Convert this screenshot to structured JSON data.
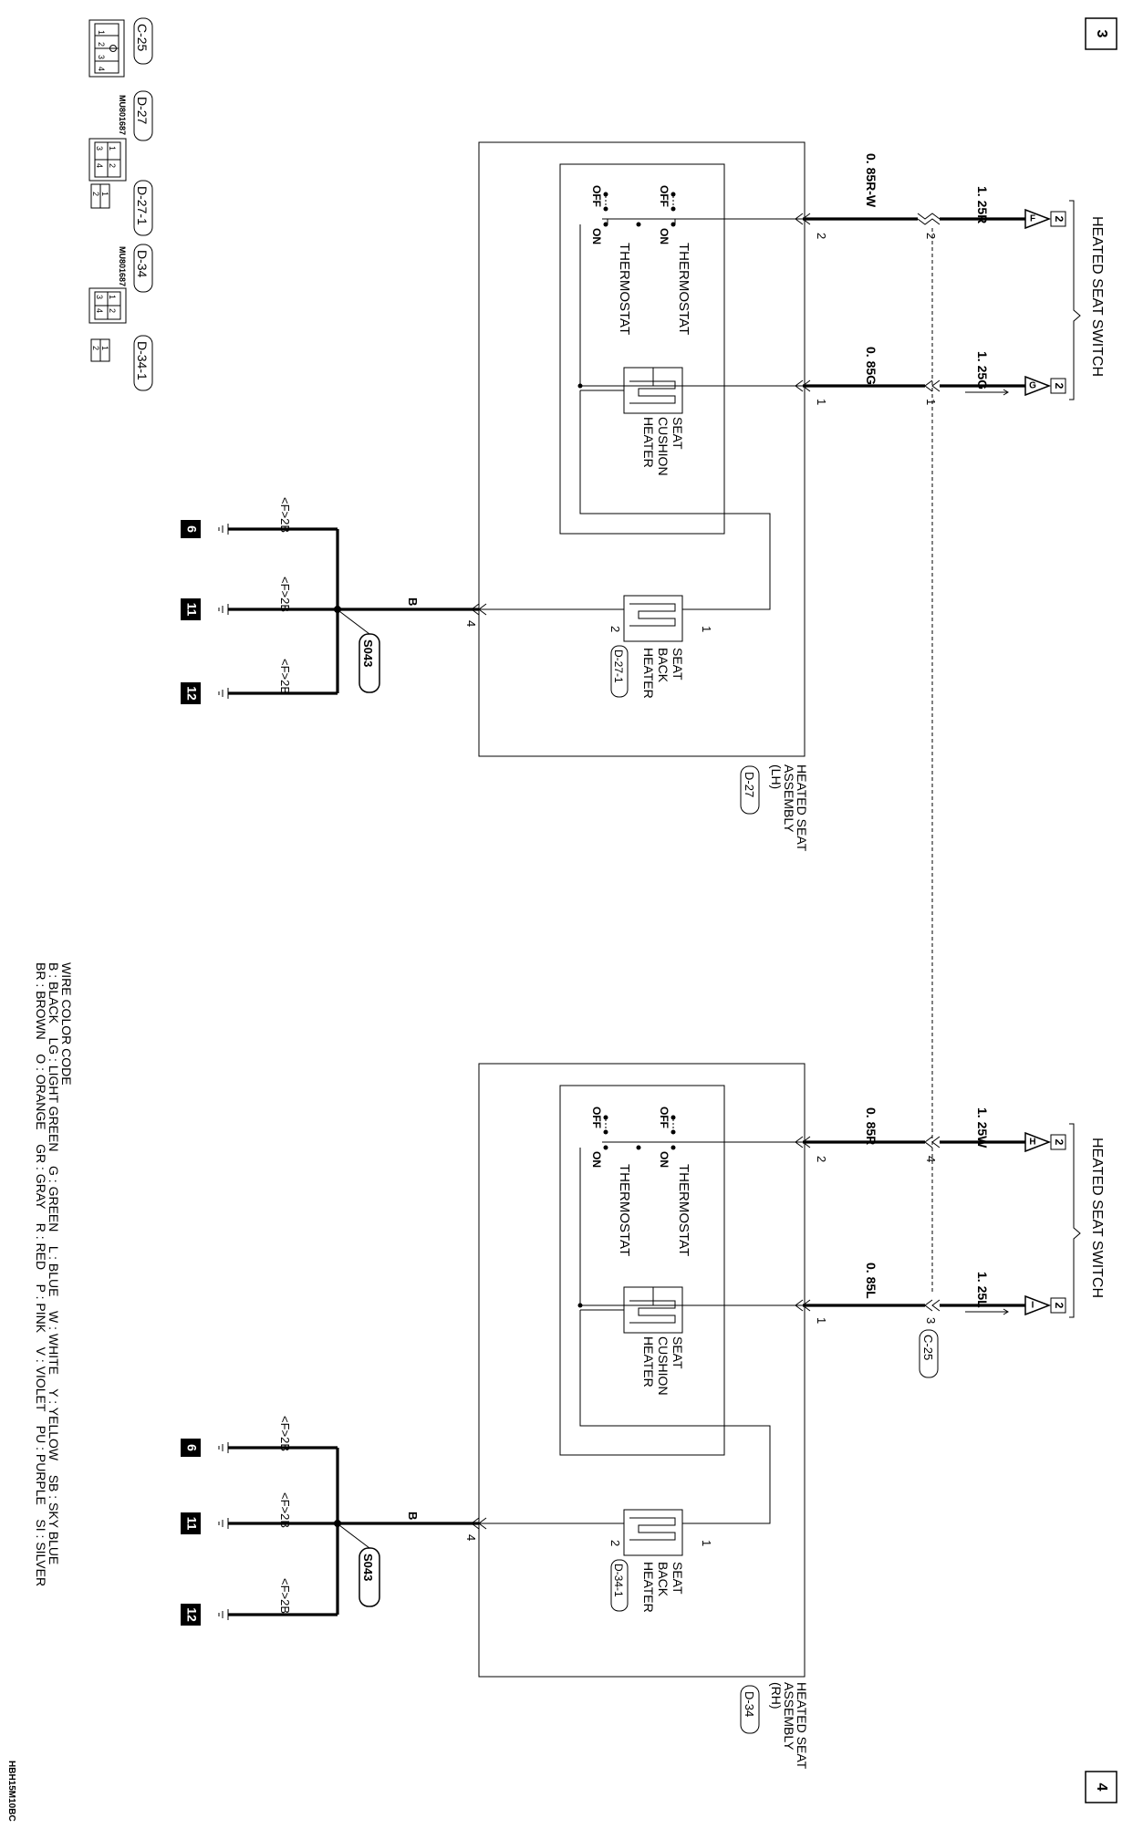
{
  "page": {
    "corner_top": "3",
    "corner_bottom": "4",
    "drawing_code": "HBH15M10BC"
  },
  "connector_legend": {
    "c25": "C-25",
    "d27": "D-27",
    "d27_1": "D-27-1",
    "d34": "D-34",
    "d34_1": "D-34-1",
    "part_no_d27": "MU801687",
    "part_no_d34": "MU801687",
    "pins_4": [
      "1",
      "2",
      "3",
      "4"
    ],
    "pins_2": [
      "1",
      "2"
    ]
  },
  "switch": {
    "label": "HEATED SEAT SWITCH",
    "pin_box": "2",
    "lh_pins": [
      "F",
      "G"
    ],
    "rh_pins": [
      "H",
      "I"
    ]
  },
  "lh": {
    "top_wires": [
      "1. 25R",
      "1. 25G"
    ],
    "mid_wires": [
      "0. 85R-W",
      "0. 85G"
    ],
    "mid_pins": [
      "2",
      "1"
    ],
    "conn_pins": [
      "2",
      "1"
    ],
    "assembly_label": [
      "HEATED SEAT",
      "ASSEMBLY",
      "(LH)"
    ],
    "assembly_conn": "D-27",
    "back_conn": "D-27-1",
    "ground_wire": "B",
    "ground_pin": "4"
  },
  "rh": {
    "top_wires": [
      "1. 25W",
      "1. 25L"
    ],
    "mid_wires": [
      "0. 85R",
      "0. 85L"
    ],
    "mid_pins": [
      "4",
      "3"
    ],
    "mid_conn": "C-25",
    "conn_pins": [
      "2",
      "1"
    ],
    "assembly_label": [
      "HEATED SEAT",
      "ASSEMBLY",
      "(RH)"
    ],
    "assembly_conn": "D-34",
    "back_conn": "D-34-1",
    "ground_wire": "B",
    "ground_pin": "4"
  },
  "assembly_parts": {
    "thermostat": "THERMOSTAT",
    "off": "OFF",
    "on": "ON",
    "cushion_heater": [
      "SEAT",
      "CUSHION",
      "HEATER"
    ],
    "back_heater": [
      "SEAT",
      "BACK",
      "HEATER"
    ],
    "heater_pins": [
      "1",
      "2"
    ]
  },
  "grounds": {
    "splice": "S043",
    "wire_label": "<F>2B",
    "numbers": [
      "6",
      "11",
      "12"
    ]
  },
  "wire_color_code": {
    "title": "WIRE COLOR CODE",
    "line1": "B : BLACK    LG : LIGHT GREEN    G : GREEN    L : BLUE    W : WHITE    Y : YELLOW    SB : SKY BLUE",
    "line2": "BR : BROWN    O : ORANGE    GR : GRAY    R : RED    P : PINK    V : VIOLET    PU : PURPLE    SI : SILVER"
  }
}
